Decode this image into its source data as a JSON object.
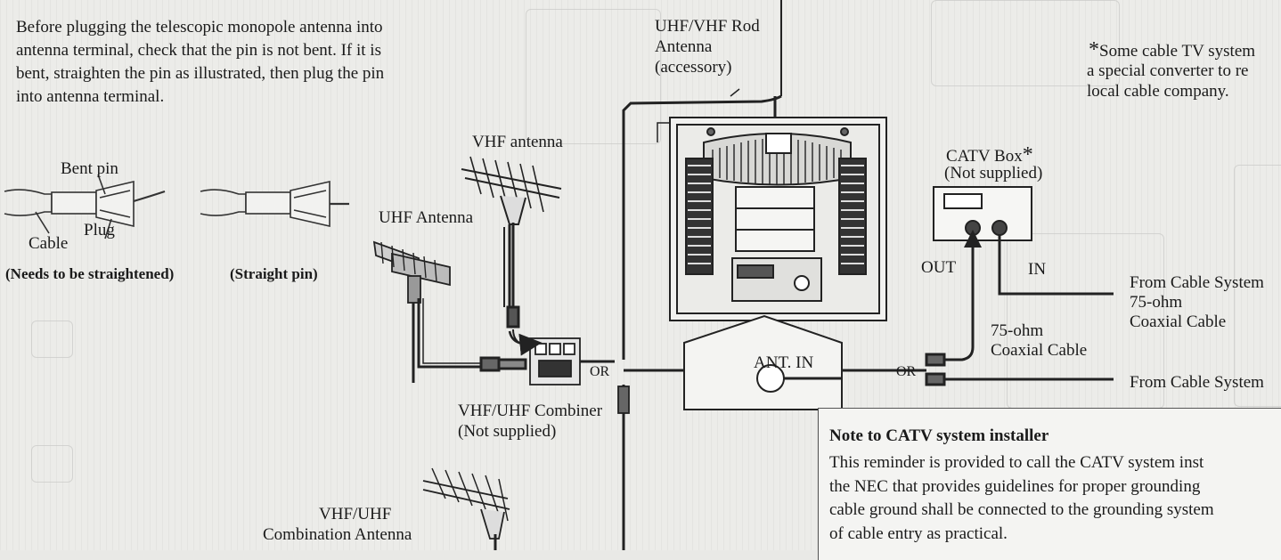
{
  "intro_text": "Before plugging the telescopic monopole antenna into antenna terminal, check that the pin is not bent. If it is bent, straighten the pin as illustrated, then plug the pin into antenna terminal.",
  "labels": {
    "bent_pin": "Bent pin",
    "cable": "Cable",
    "plug": "Plug",
    "needs_straightened": "(Needs to be straightened)",
    "straight_pin": "(Straight pin)",
    "rod_antenna_line1": "UHF/VHF Rod",
    "rod_antenna_line2": "Antenna",
    "rod_antenna_line3": "(accessory)",
    "vhf_antenna": "VHF antenna",
    "uhf_antenna": "UHF Antenna",
    "combiner_line1": "VHF/UHF Combiner",
    "combiner_line2": "(Not supplied)",
    "combo_antenna_line1": "VHF/UHF",
    "combo_antenna_line2": "Combination Antenna",
    "or_left": "OR",
    "ant_in": "ANT. IN",
    "or_right": "OR",
    "catv_box_line1": "CATV Box",
    "catv_box_asterisk": "*",
    "catv_box_line2": "(Not supplied)",
    "out": "OUT",
    "in": "IN",
    "coax_mid_line1": "75-ohm",
    "coax_mid_line2": "Coaxial Cable",
    "from_cable_1": "From Cable System",
    "coax_right_line1": "75-ohm",
    "coax_right_line2": "Coaxial Cable",
    "from_cable_2": "From Cable System"
  },
  "footnote": {
    "asterisk": "*",
    "line1": "Some cable TV system",
    "line2": "a special converter to re",
    "line3": "local cable company."
  },
  "note": {
    "title": "Note to CATV system installer",
    "line1": "This reminder is provided to call the CATV system inst",
    "line2": "the NEC that provides guidelines for proper grounding",
    "line3": "cable ground shall be connected to the grounding system",
    "line4": "of cable entry as practical."
  }
}
